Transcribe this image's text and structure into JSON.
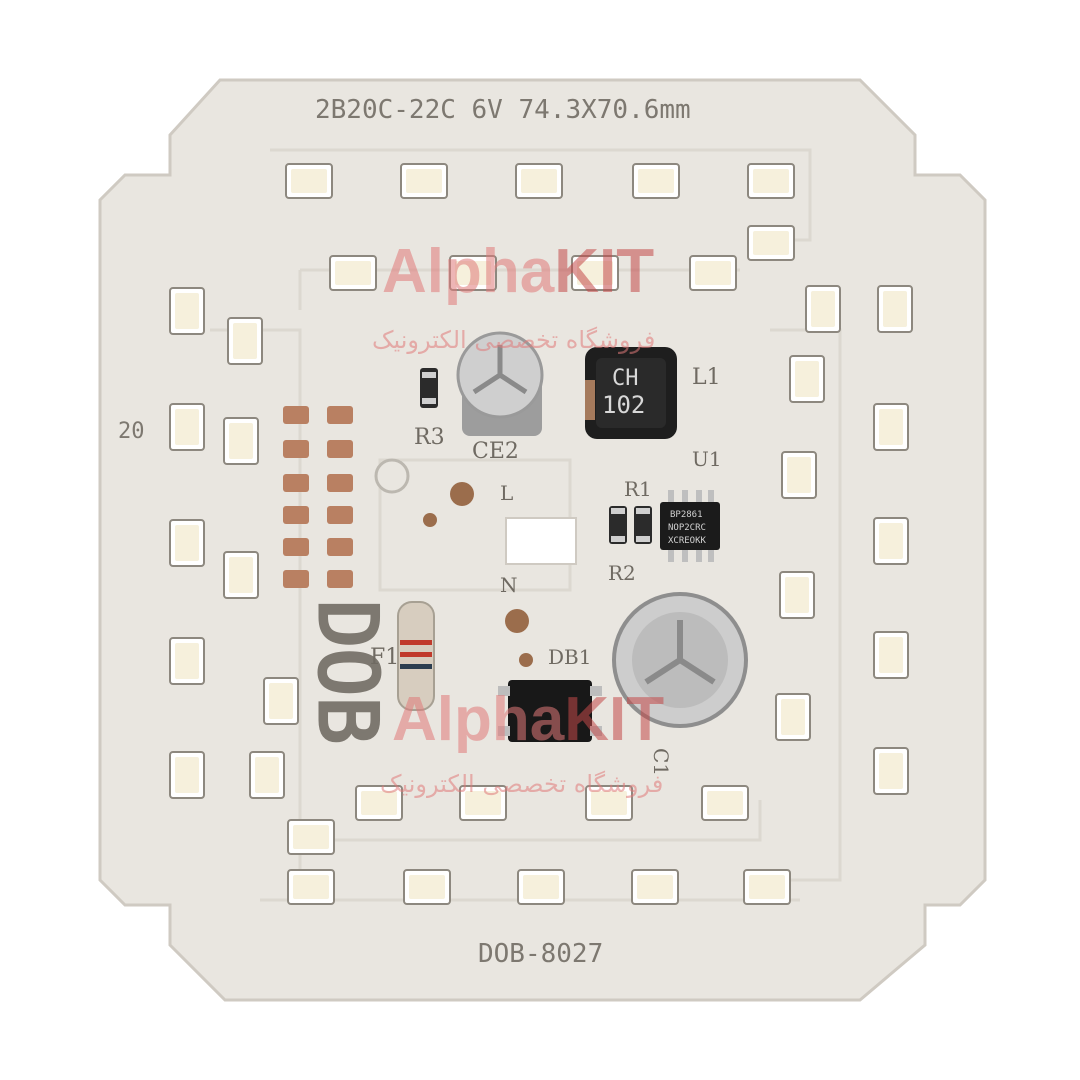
{
  "board": {
    "top_label": "2B20C-22C 6V  74.3X70.6mm",
    "bottom_label": "DOB-8027",
    "side_label": "20",
    "logo_letters": "DOB",
    "colors": {
      "board": "#e9e6e0",
      "pad": "#b98062",
      "led": "#f6f0dc"
    }
  },
  "components": {
    "r3": "R3",
    "ce2": "CE2",
    "l1": "L1",
    "u1": "U1",
    "r1": "R1",
    "r2": "R2",
    "l": "L",
    "n": "N",
    "f1": "F1",
    "db1": "DB1",
    "c1": "C1",
    "inductor_line1": "CH",
    "inductor_line2": "102",
    "ic_line1": "BP2861",
    "ic_line2": "NOP2CRC",
    "ic_line3": "XCREOKK"
  },
  "watermark": {
    "brand_a": "Alpha",
    "brand_b": "KIT",
    "tagline": "فروشگاه تخصصی الکترونیک"
  }
}
